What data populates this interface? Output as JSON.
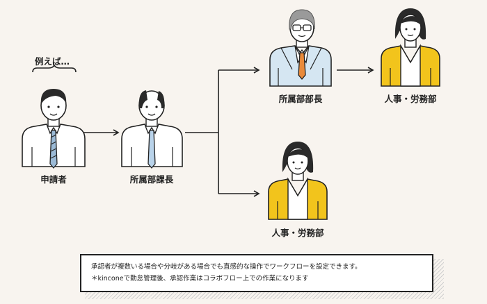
{
  "example_label": "例えば…",
  "nodes": {
    "applicant": "申請者",
    "section_chief": "所属部課長",
    "dept_head": "所属部部長",
    "hr_top": "人事・労務部",
    "hr_bottom": "人事・労務部"
  },
  "note": {
    "line1": "承認者が複数いる場合や分岐がある場合でも直感的な操作でワークフローを設定できます。",
    "line2": "＊kinconeで勤怠管理後、承認作業はコラボフロー上での作業になります"
  },
  "colors": {
    "background": "#f8f4ef",
    "yellow_cardigan": "#f2c41c",
    "blue_suit": "#d5e6f2",
    "orange_tie": "#e98a3a",
    "stroke": "#222222"
  }
}
